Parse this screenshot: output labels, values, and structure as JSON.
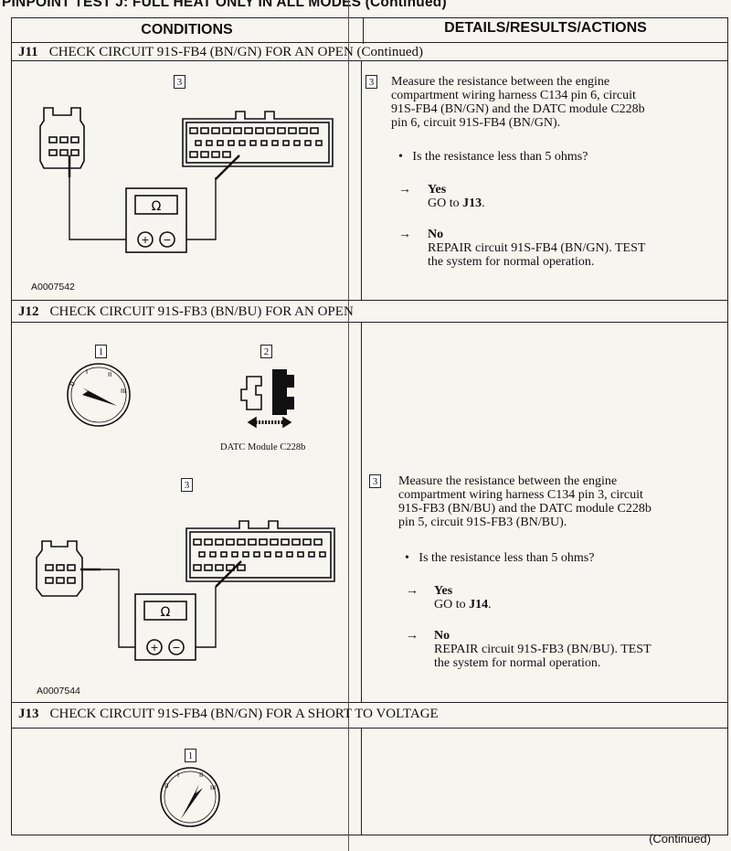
{
  "page_title": "PINPOINT TEST J: FULL HEAT ONLY IN ALL MODES (Continued)",
  "columns": {
    "conditions": "CONDITIONS",
    "details": "DETAILS/RESULTS/ACTIONS"
  },
  "steps": [
    {
      "id": "J11",
      "title": "CHECK CIRCUIT 91S-FB4 (BN/GN) FOR AN OPEN (Continued)",
      "figure_id": "A0007542",
      "callout": "3",
      "instruction": [
        "Measure the resistance between the engine",
        "compartment wiring harness C134 pin 6, circuit",
        "91S-FB4 (BN/GN) and the DATC module C228b",
        "pin 6, circuit 91S-FB4 (BN/GN)."
      ],
      "question": "Is the resistance less than 5 ohms?",
      "yes_label": "Yes",
      "yes_action_prefix": "GO to ",
      "yes_action_target": "J13",
      "yes_action_suffix": ".",
      "no_label": "No",
      "no_action": [
        "REPAIR circuit 91S-FB4 (BN/GN). TEST",
        "the system for normal operation."
      ]
    },
    {
      "id": "J12",
      "title": "CHECK CIRCUIT 91S-FB3 (BN/BU) FOR AN OPEN",
      "figure_id": "A0007544",
      "callouts": [
        "1",
        "2",
        "3"
      ],
      "module_caption": "DATC Module C228b",
      "instruction": [
        "Measure the resistance between the engine",
        "compartment wiring harness C134 pin 3, circuit",
        "91S-FB3 (BN/BU) and the DATC module C228b",
        "pin 5, circuit 91S-FB3 (BN/BU)."
      ],
      "question": "Is the resistance less than 5 ohms?",
      "yes_label": "Yes",
      "yes_action_prefix": "GO to ",
      "yes_action_target": "J14",
      "yes_action_suffix": ".",
      "no_label": "No",
      "no_action": [
        "REPAIR circuit 91S-FB3 (BN/BU). TEST",
        "the system for normal operation."
      ]
    },
    {
      "id": "J13",
      "title": "CHECK CIRCUIT 91S-FB4 (BN/GN) FOR A SHORT TO VOLTAGE",
      "callout": "1"
    }
  ],
  "meter_symbol": "Ω",
  "meter_plus": "+",
  "meter_minus": "−",
  "footer": "(Continued)"
}
